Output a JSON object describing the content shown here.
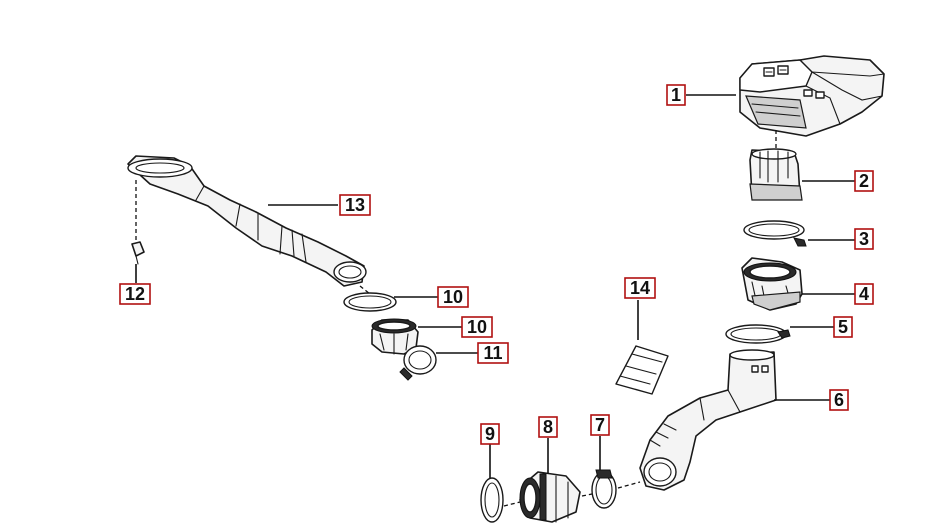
{
  "callouts": [
    {
      "id": "1",
      "label": "1"
    },
    {
      "id": "2",
      "label": "2"
    },
    {
      "id": "3",
      "label": "3"
    },
    {
      "id": "4",
      "label": "4"
    },
    {
      "id": "5",
      "label": "5"
    },
    {
      "id": "6",
      "label": "6"
    },
    {
      "id": "7",
      "label": "7"
    },
    {
      "id": "8",
      "label": "8"
    },
    {
      "id": "9",
      "label": "9"
    },
    {
      "id": "10a",
      "label": "10"
    },
    {
      "id": "10b",
      "label": "10"
    },
    {
      "id": "11",
      "label": "11"
    },
    {
      "id": "12",
      "label": "12"
    },
    {
      "id": "13",
      "label": "13"
    },
    {
      "id": "14",
      "label": "14"
    }
  ],
  "colors": {
    "callout_border": "#b01010",
    "line": "#111111",
    "part_fill": "#f4f4f4"
  }
}
